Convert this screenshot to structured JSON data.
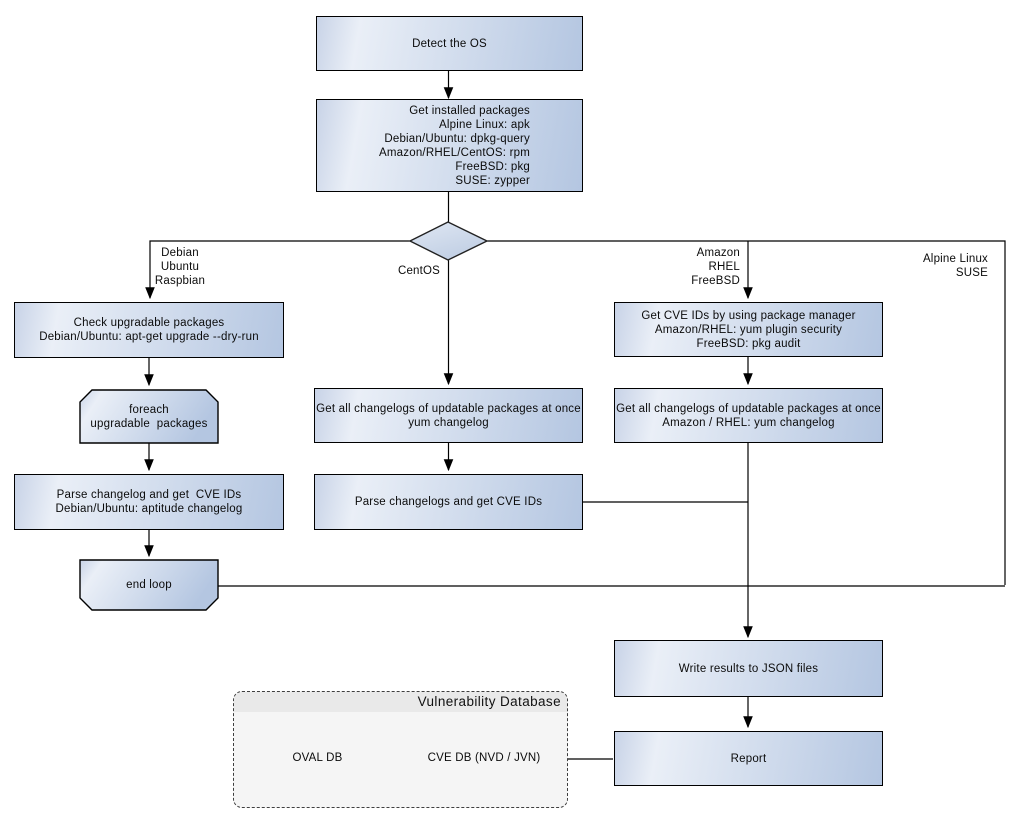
{
  "nodes": {
    "detect_os": "Detect the OS",
    "get_installed_packages": "Get installed packages\nAlpine Linux: apk\nDebian/Ubuntu: dpkg-query\nAmazon/RHEL/CentOS: rpm\nFreeBSD: pkg\nSUSE: zypper",
    "check_upgradable": "Check upgradable packages\nDebian/Ubuntu: apt-get upgrade --dry-run",
    "foreach_loop": "foreach\nupgradable  packages",
    "parse_changelog_debian": "Parse changelog and get  CVE IDs\nDebian/Ubuntu: aptitude changelog",
    "end_loop": "end loop",
    "get_changelogs_centos": "Get all changelogs of updatable packages at once\nyum changelog",
    "parse_changelogs_centos": "Parse changelogs and get CVE IDs",
    "get_cve_ids_package_manager": "Get CVE IDs by using package manager\nAmazon/RHEL: yum plugin security\nFreeBSD: pkg audit",
    "get_changelogs_amazon": "Get all changelogs of updatable packages at once\nAmazon / RHEL: yum changelog",
    "write_results": "Write results to JSON files",
    "report": "Report"
  },
  "edge_labels": {
    "debian_branch": "Debian\nUbuntu\nRaspbian",
    "centos_branch": "CentOS",
    "amazon_branch": "Amazon\nRHEL\nFreeBSD",
    "alpine_branch": "Alpine Linux\nSUSE"
  },
  "database_group": {
    "title": "Vulnerability Database",
    "oval_db": "OVAL DB",
    "cve_db": "CVE DB (NVD / JVN)"
  },
  "colors": {
    "node_border": "#000000",
    "node_gradient_start": "#c8d3e7",
    "node_gradient_light": "#eaeff7",
    "node_gradient_end": "#b4c6e1",
    "group_background": "#f5f5f5",
    "group_title_band": "#e9e9e9",
    "connector": "#000000"
  }
}
